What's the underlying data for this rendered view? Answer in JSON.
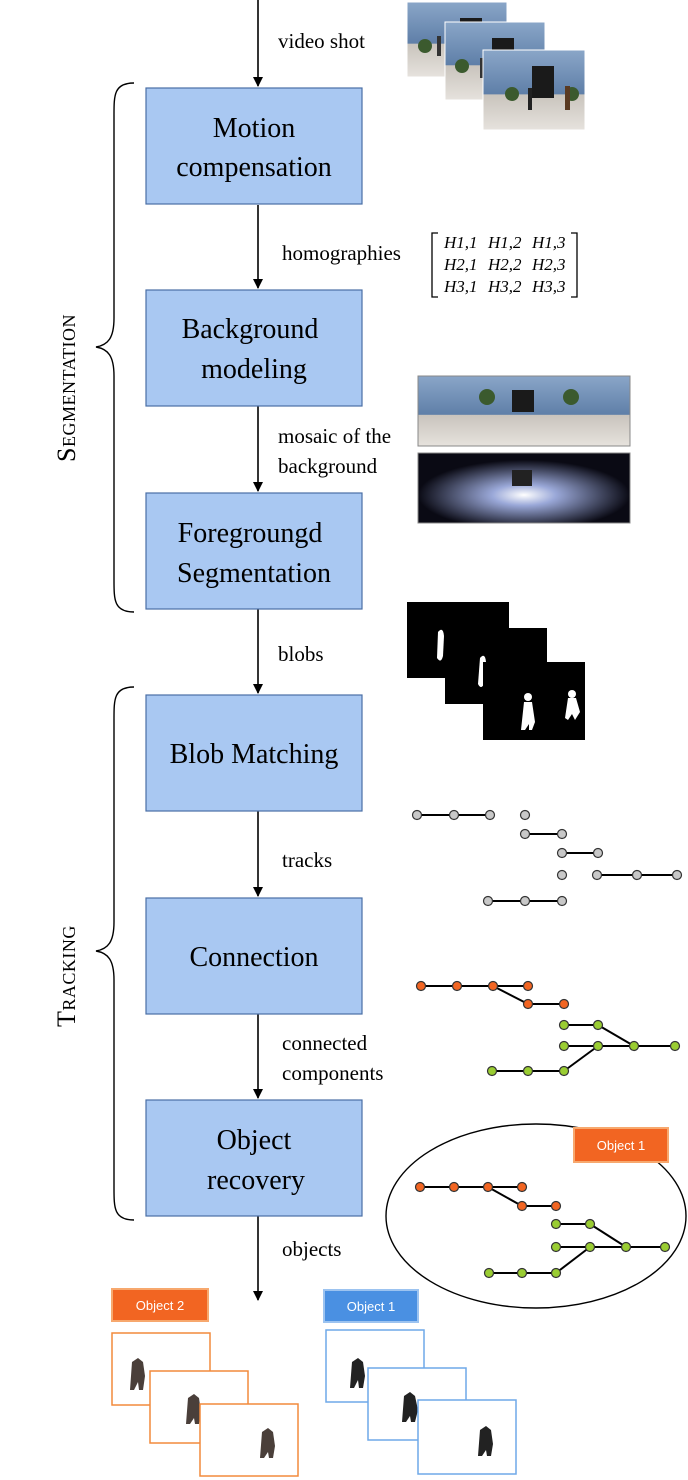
{
  "steps": [
    {
      "line1": "Motion",
      "line2": "compensation"
    },
    {
      "line1": "Background",
      "line2": "modeling"
    },
    {
      "line1": "Foregroungd",
      "line2": "Segmentation"
    },
    {
      "line1": "Blob Matching",
      "line2": ""
    },
    {
      "line1": "Connection",
      "line2": ""
    },
    {
      "line1": "Object",
      "line2": "recovery"
    }
  ],
  "edges": {
    "video_shot": "video shot",
    "homographies": "homographies",
    "mosaic_1": "mosaic of the",
    "mosaic_2": "background",
    "blobs": "blobs",
    "tracks": "tracks",
    "connected_1": "connected",
    "connected_2": "components",
    "objects": "objects"
  },
  "groups": {
    "segmentation": "Segmentation",
    "tracking": "Tracking"
  },
  "matrix": {
    "r1": [
      "H1,1",
      "H1,2",
      "H1,3"
    ],
    "r2": [
      "H2,1",
      "H2,2",
      "H2,3"
    ],
    "r3": [
      "H3,1",
      "H3,2",
      "H3,3"
    ]
  },
  "tags": {
    "object1_recovery": "Object 1",
    "object2": "Object 2",
    "object1": "Object 1"
  },
  "colors": {
    "box_fill": "#a9c8f2",
    "orange": "#f26522",
    "green": "#9acd32",
    "blue_tag": "#4a90e2",
    "gray_node": "#c8c8c8"
  }
}
